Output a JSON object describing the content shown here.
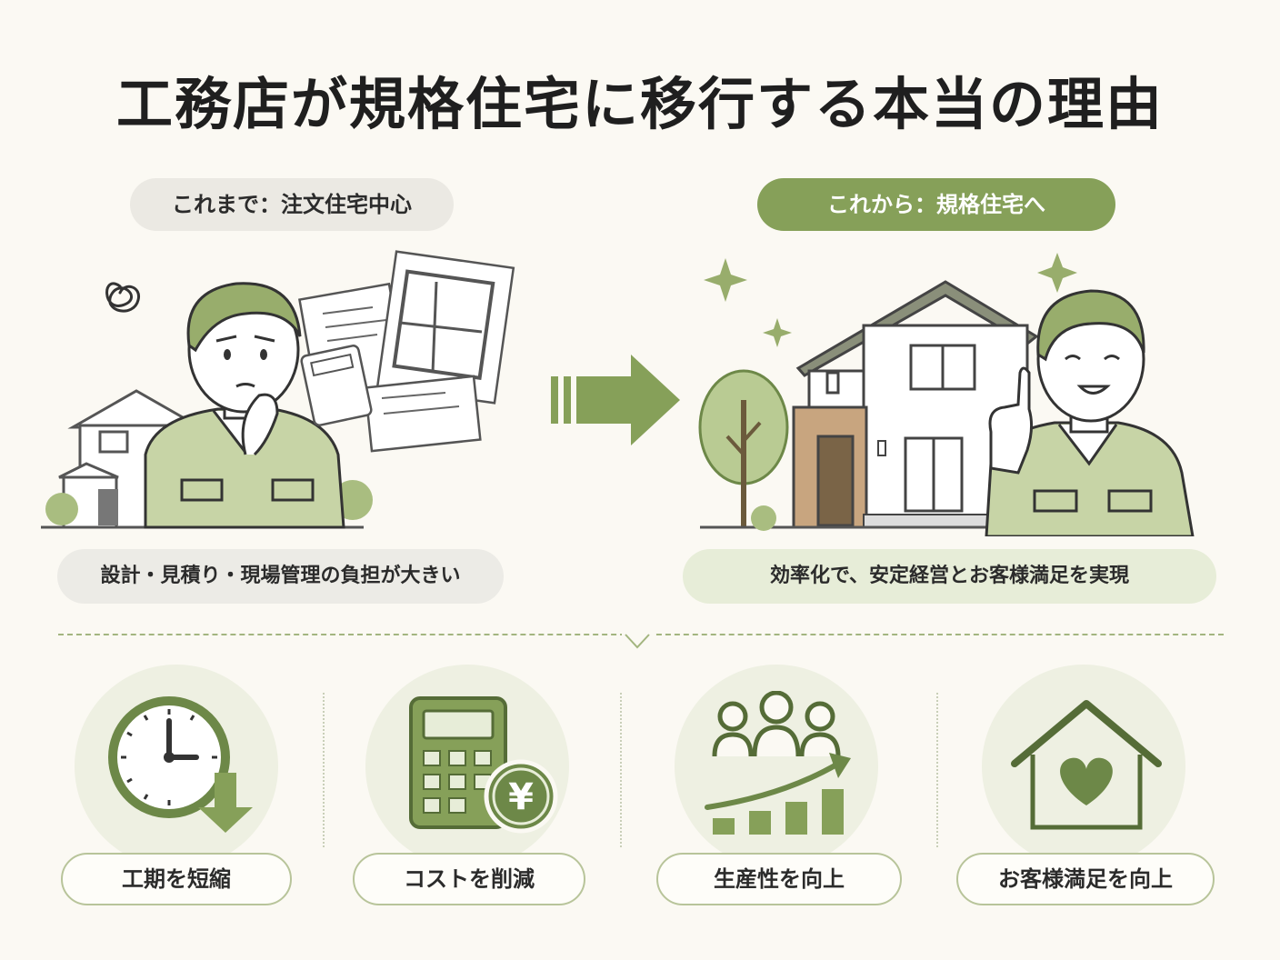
{
  "header": {
    "title": "工務店が規格住宅に移行する本当の理由"
  },
  "before": {
    "label": "これまで：注文住宅中心",
    "caption": "設計・見積り・現場管理の負担が大きい"
  },
  "after": {
    "label": "これから：規格住宅へ",
    "caption": "効率化で、安定経営とお客様満足を実現"
  },
  "benefits": [
    {
      "label": "工期を短縮",
      "icon": "clock-down-icon"
    },
    {
      "label": "コストを削減",
      "icon": "calculator-yen-icon"
    },
    {
      "label": "生産性を向上",
      "icon": "team-growth-icon"
    },
    {
      "label": "お客様満足を向上",
      "icon": "house-heart-icon"
    }
  ],
  "colors": {
    "accent": "#86a059",
    "accent_light": "#c7d4a6",
    "background": "#fbf9f3",
    "dark_green": "#6d8848"
  }
}
